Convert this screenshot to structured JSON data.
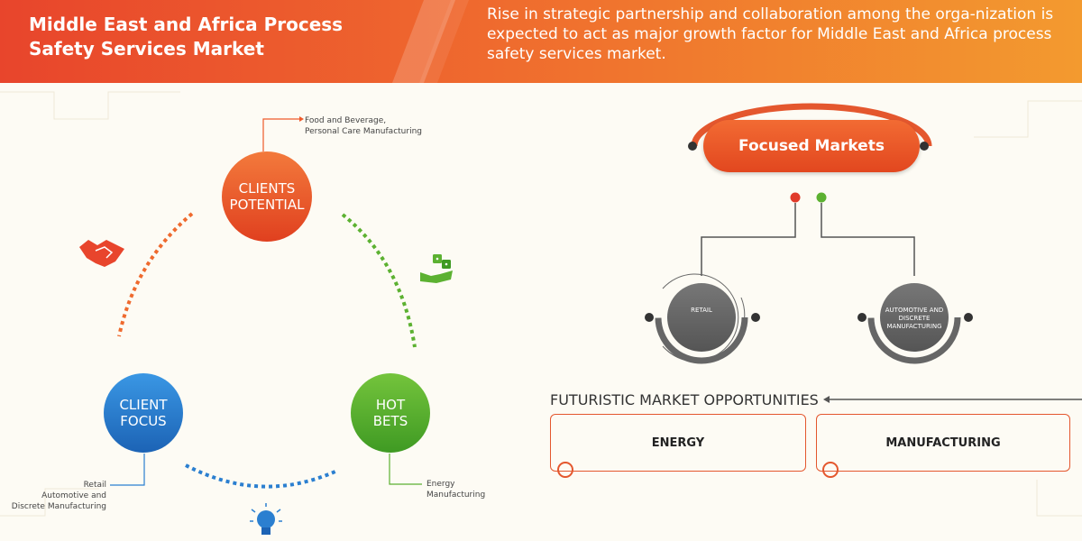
{
  "header": {
    "title": "Middle East and Africa Process Safety Services Market",
    "description": "Rise in strategic partnership and collaboration among the orga-nization is expected to act as major growth factor for Middle East and Africa process safety services market.",
    "colors": {
      "left_accent": "#e8452c",
      "right_accent": "#f39a2f"
    }
  },
  "cycle": {
    "clients_potential": {
      "label_line1": "CLIENTS",
      "label_line2": "POTENTIAL",
      "note_line1": "Food and Beverage,",
      "note_line2": "Personal Care Manufacturing",
      "color": "#ef5a2a"
    },
    "client_focus": {
      "label_line1": "CLIENT",
      "label_line2": "FOCUS",
      "note_line1": "Retail",
      "note_line2": "Automotive and",
      "note_line3": "Discrete Manufacturing",
      "color": "#2b7fd0"
    },
    "hot_bets": {
      "label_line1": "HOT",
      "label_line2": "BETS",
      "note_line1": "Energy",
      "note_line2": "Manufacturing",
      "color": "#5cb131"
    },
    "icons": [
      "handshake-icon",
      "dice-hand-icon",
      "lightbulb-icon"
    ]
  },
  "focused": {
    "button_label": "Focused Markets",
    "retail_label": "RETAIL",
    "automotive_line1": "AUTOMOTIVE AND",
    "automotive_line2": "DISCRETE",
    "automotive_line3": "MANUFACTURING"
  },
  "futuristic": {
    "title": "FUTURISTIC MARKET OPPORTUNITIES",
    "opportunities": [
      "ENERGY",
      "MANUFACTURING"
    ]
  }
}
